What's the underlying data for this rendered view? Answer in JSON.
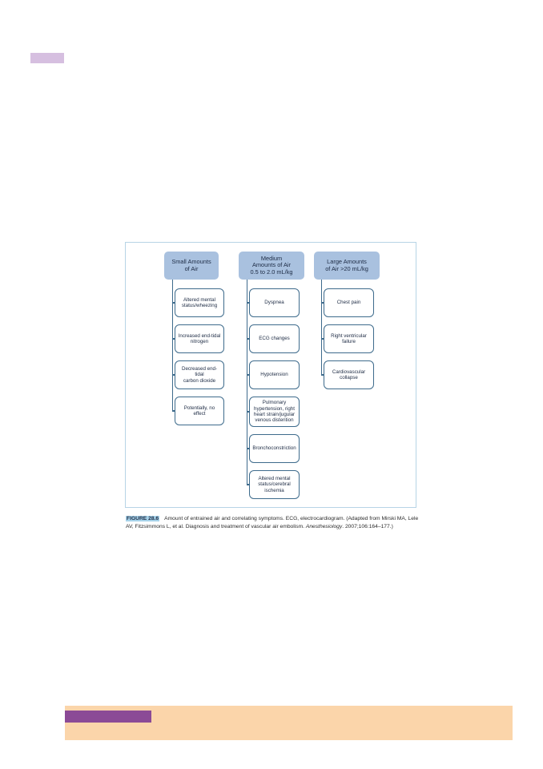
{
  "figure": {
    "columns": [
      {
        "header": "Small Amounts\nof Air",
        "items": [
          "Altered mental\nstatus/wheezing",
          "Increased end-tidal\nnitrogen",
          "Decreased end-tidal\ncarbon dioxide",
          "Potentially, no effect"
        ]
      },
      {
        "header": "Medium\nAmounts of Air\n0.5 to 2.0 mL/kg",
        "items": [
          "Dyspnea",
          "ECG changes",
          "Hypotension",
          "Pulmonary\nhypertension, right\nheart strain/jugular\nvenous distention",
          "Bronchoconstriction",
          "Altered mental\nstatus/cerebral\nischemia"
        ]
      },
      {
        "header": "Large Amounts\nof Air >20 mL/kg",
        "items": [
          "Chest pain",
          "Right ventricular\nfailure",
          "Cardiovascular\ncollapse"
        ]
      }
    ]
  },
  "caption": {
    "label": "FIGURE 28.6",
    "text_before": "Amount of entrained air and correlating symptoms. ECG, electrocardiogram. (Adapted from Mirski MA, Lele AV, Fitzsimmons L, et al. Diagnosis and treatment of vascular air embolism. ",
    "journal": "Anesthesiology",
    "text_after": ". 2007;106:164–177.)"
  },
  "colors": {
    "header_fill": "#a9c1df",
    "box_border": "#3e6b8c",
    "caption_label_bg": "#a7d3ea",
    "corner_tab": "#d6bfe0",
    "footer_band": "#fbd5aa",
    "footer_tab": "#8b4a96"
  }
}
